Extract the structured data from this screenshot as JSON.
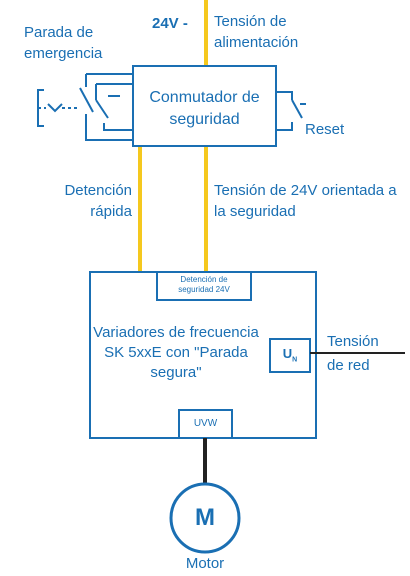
{
  "labels": {
    "voltage": "24V -",
    "supply_1": "Tensión de",
    "supply_2": "alimentación",
    "emergency_1": "Parada de",
    "emergency_2": "emergencia",
    "reset": "Reset",
    "quick_stop_1": "Detención",
    "quick_stop_2": "rápida",
    "safety_voltage_1": "Tensión de 24V orientada a",
    "safety_voltage_2": "la seguridad",
    "mains_1": "Tensión",
    "mains_2": "de red",
    "motor": "Motor"
  },
  "boxes": {
    "safety_switch_1": "Conmutador de",
    "safety_switch_2": "seguridad",
    "safe_stop_1": "Detención de",
    "safe_stop_2": "seguridad 24V",
    "drive_1": "Variadores de frecuencia",
    "drive_2": "SK 5xxE con \"Parada",
    "drive_3": "segura\"",
    "un_main": "U",
    "un_sub": "N",
    "uvw": "UVW",
    "motor_symbol": "M"
  },
  "colors": {
    "accent": "#1a6fb3",
    "line_yellow": "#f5c81e",
    "line_black": "#222222"
  }
}
